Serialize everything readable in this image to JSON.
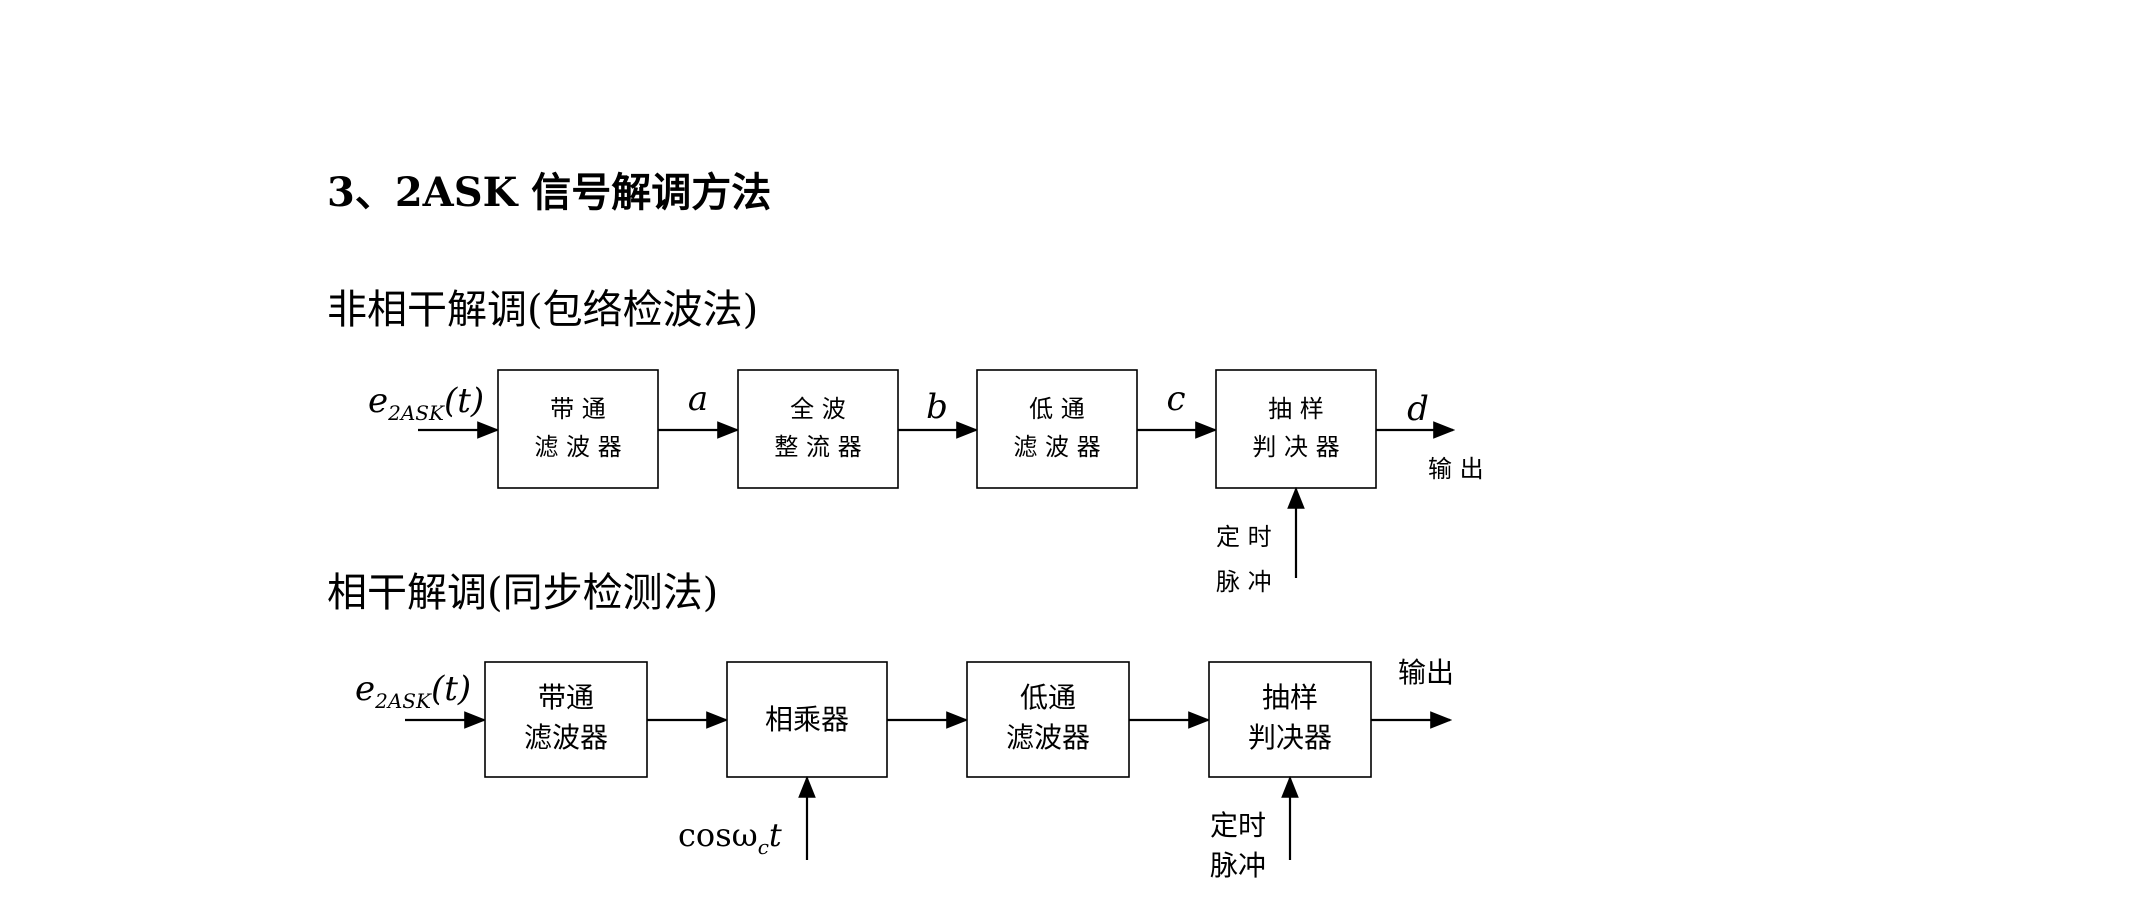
{
  "title": "3、2ASK 信号解调方法",
  "noncoherent": {
    "heading": "非相干解调(包络检波法)",
    "input": {
      "base": "e",
      "sub": "2ASK",
      "arg": "(t)"
    },
    "blocks": [
      {
        "line1": "带 通",
        "line2": "滤 波 器"
      },
      {
        "line1": "全 波",
        "line2": "整 流 器"
      },
      {
        "line1": "低 通",
        "line2": "滤 波 器"
      },
      {
        "line1": "抽 样",
        "line2": "判 决 器"
      }
    ],
    "signals": [
      "a",
      "b",
      "c",
      "d"
    ],
    "timing": {
      "line1": "定 时",
      "line2": "脉 冲"
    },
    "output": "输 出"
  },
  "coherent": {
    "heading": "相干解调(同步检测法)",
    "input": {
      "base": "e",
      "sub": "2ASK",
      "arg": "(t)"
    },
    "blocks": [
      {
        "line1": "带通",
        "line2": "滤波器"
      },
      {
        "line1": "相乘器",
        "line2": ""
      },
      {
        "line1": "低通",
        "line2": "滤波器"
      },
      {
        "line1": "抽样",
        "line2": "判决器"
      }
    ],
    "carrier": {
      "base": "cosω",
      "sub": "c",
      "arg": "t"
    },
    "timing": {
      "line1": "定时",
      "line2": "脉冲"
    },
    "output": "输出"
  }
}
